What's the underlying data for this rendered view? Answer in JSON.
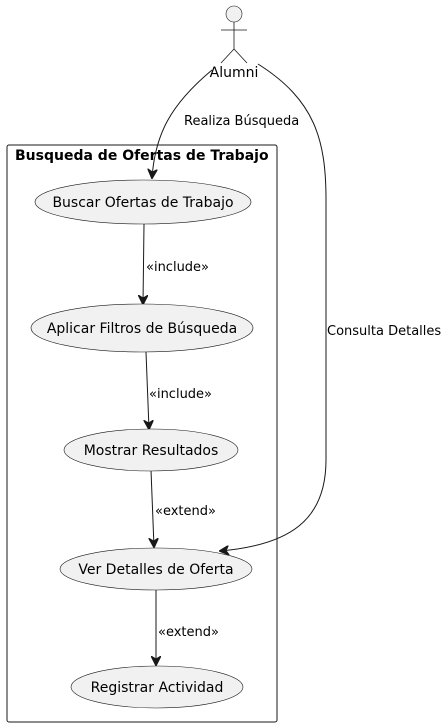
{
  "package": {
    "title": "Busqueda de Ofertas de Trabajo"
  },
  "actor": {
    "name": "Alumni"
  },
  "use_cases": {
    "buscar": "Buscar Ofertas de Trabajo",
    "filtros": "Aplicar Filtros de Búsqueda",
    "mostrar": "Mostrar Resultados",
    "detalles": "Ver Detalles de Oferta",
    "registrar": "Registrar Actividad"
  },
  "edges": {
    "realiza": "Realiza Búsqueda",
    "consulta": "Consulta Detalles",
    "include_1": "«include»",
    "include_2": "«include»",
    "extend_1": "«extend»",
    "extend_2": "«extend»"
  }
}
